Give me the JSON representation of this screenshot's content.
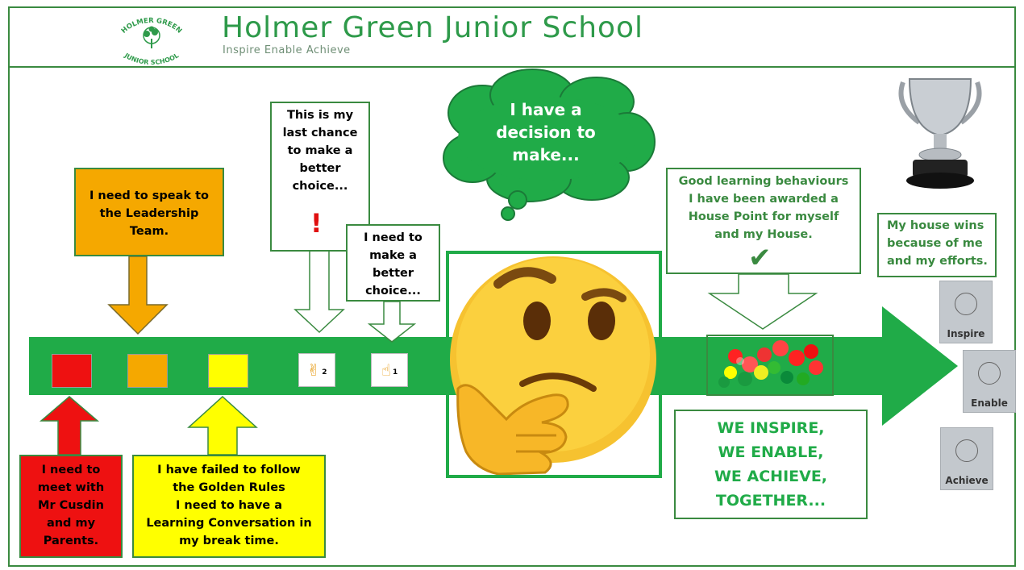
{
  "header": {
    "logo_text_top": "HOLMER GREEN",
    "logo_text_bottom": "JUNIOR SCHOOL",
    "title": "Holmer Green Junior School",
    "subtitle": "Inspire Enable Achieve"
  },
  "thought_bubble": {
    "text": "I have a\ndecision to\nmake..."
  },
  "steps": {
    "leadership": "I need to speak to\nthe Leadership\nTeam.",
    "last_chance": "This is my\nlast chance\nto make a\nbetter\nchoice...",
    "last_chance_mark": "!",
    "better_choice": "I need to\nmake a\nbetter\nchoice...",
    "good_behaviour": "Good learning behaviours\nI have been awarded a\nHouse Point for myself\nand my House.",
    "tick": "✔",
    "house_wins": "My house wins\nbecause of me\nand my efforts.",
    "meet_parents": "I need to\nmeet with\nMr Cusdin\nand my\nParents.",
    "golden_rules": "I have failed to follow\nthe Golden Rules\nI need to have a\nLearning Conversation in\nmy break time.",
    "motto": "WE INSPIRE,\nWE ENABLE,\nWE ACHIEVE,\nTOGETHER..."
  },
  "fingers": [
    {
      "icon": "✌",
      "count": "2"
    },
    {
      "icon": "☝",
      "count": "1"
    }
  ],
  "awards": [
    "Inspire",
    "Enable",
    "Achieve"
  ],
  "colors": {
    "brand_green": "#2e9a4a",
    "bar_green": "#20ab48",
    "red": "#ee1111",
    "orange": "#f5a800",
    "yellow": "#ffff00",
    "box_green_border": "#3a8a40",
    "alert_red": "#e01010"
  }
}
